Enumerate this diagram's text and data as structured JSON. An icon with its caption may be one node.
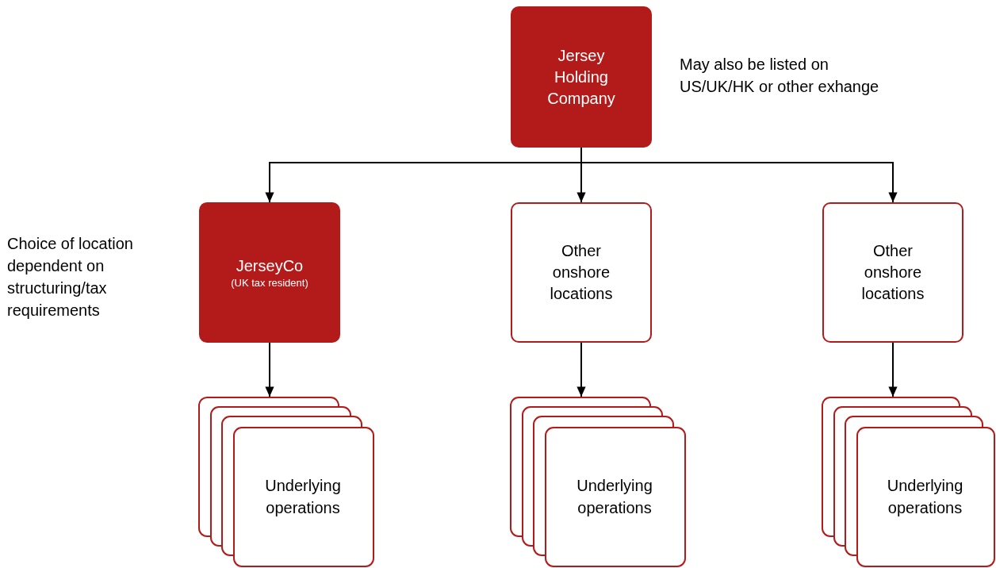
{
  "diagram": {
    "nodes": [
      {
        "text": [
          "Jersey Holding Company"
        ],
        "beside": [
          "May also be listed on US/UK/HK or other exhange"
        ]
      },
      {
        "text": [
          "JerseyCo",
          "(UK tax resident)"
        ]
      },
      {
        "text": [
          "Other onshore locations"
        ]
      },
      {
        "text": [
          "Other onshore locations"
        ]
      },
      {
        "text": [
          "Underlying operations"
        ]
      },
      {
        "text": [
          "Underlying operations"
        ]
      },
      {
        "text": [
          "Underlying operations"
        ]
      }
    ],
    "edges": [
      {
        "from": 0,
        "to": 1,
        "arrow": "to"
      },
      {
        "from": 0,
        "to": 2,
        "arrow": "to"
      },
      {
        "from": 0,
        "to": 3,
        "arrow": "to"
      },
      {
        "from": 1,
        "to": 4,
        "arrow": "to"
      },
      {
        "from": 2,
        "to": 5,
        "arrow": "to"
      },
      {
        "from": 3,
        "to": 6,
        "arrow": "to"
      }
    ],
    "labels": [
      "Choice of location dependent on structuring/tax requirements"
    ]
  }
}
